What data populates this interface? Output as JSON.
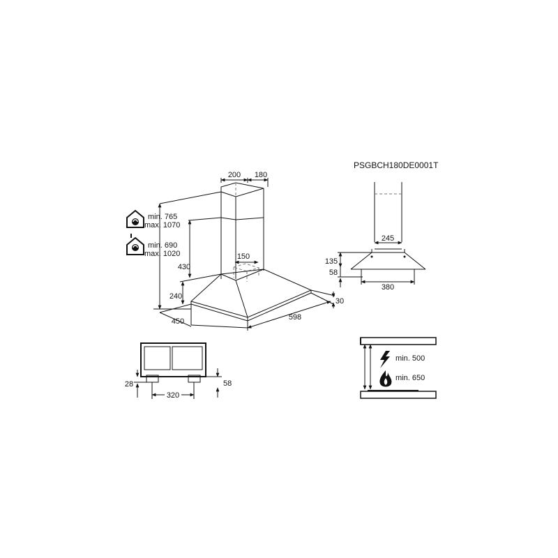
{
  "model_code": "PSGBCH180DE0001T",
  "hood_3d": {
    "dim_chimney_width": "200",
    "dim_chimney_depth": "180",
    "dim_chimney_bottom": "150",
    "dim_chimney_height": "430",
    "dim_canopy_height": "240",
    "dim_depth": "450",
    "dim_width": "598",
    "dim_rim": "30",
    "extraction_min": "min. 765",
    "extraction_max": "max. 1070",
    "recirculation_min": "min. 690",
    "recirculation_max": "max. 1020"
  },
  "side_view": {
    "dim_top": "245",
    "dim_height": "135",
    "dim_offset": "58",
    "dim_bottom": "380"
  },
  "underside_view": {
    "dim_left": "28",
    "dim_right": "58",
    "dim_spacing": "320"
  },
  "clearance": {
    "electric_label": "min. 500",
    "gas_label": "min. 650"
  },
  "icons": [
    "extraction-house-icon",
    "recirculation-house-icon",
    "lightning-icon",
    "flame-icon",
    "arrow-icon"
  ]
}
